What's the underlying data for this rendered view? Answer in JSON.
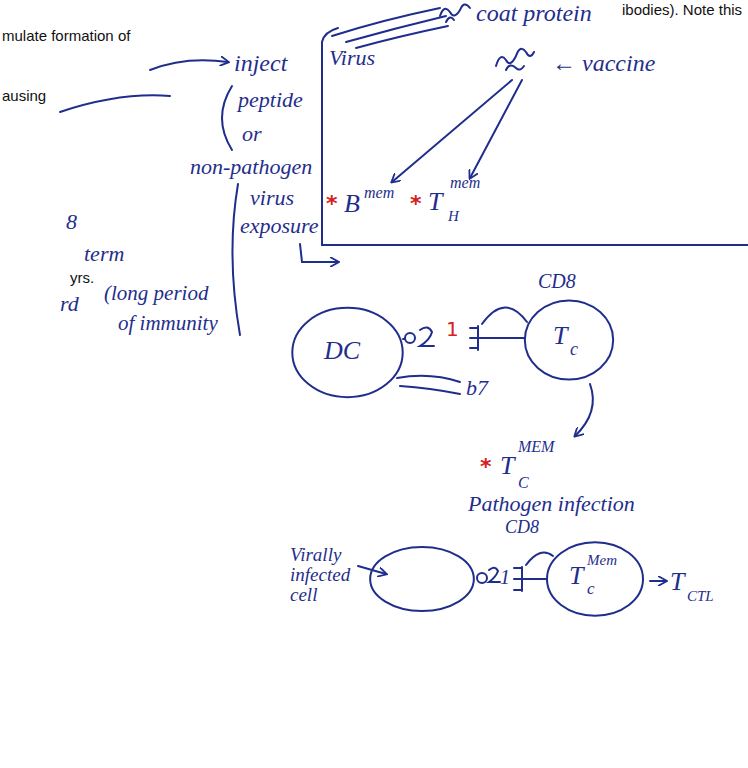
{
  "diagram": {
    "nodes": [
      {
        "text": [
          "DC"
        ]
      },
      {
        "text": [
          "T",
          "c"
        ]
      },
      {
        "text": [
          "Virally infected cell"
        ]
      },
      {
        "text": [
          "T",
          "c",
          "Mem"
        ]
      }
    ],
    "labels": [
      "ibodies). Note this",
      "mulate formation of",
      "ausing",
      "8",
      "term",
      "yrs.",
      "rd",
      "inject",
      "peptide",
      "or",
      "non-pathogen",
      "virus",
      "exposure",
      "(long period",
      "of immunity",
      "coat protein",
      "Virus",
      "← vaccine",
      "*",
      "B",
      "mem",
      "*",
      "T",
      "H",
      "mem",
      "CD8",
      "1",
      "b7",
      "*",
      "T",
      "C",
      "MEM",
      "Pathogen infection",
      "CD8",
      "1",
      "T",
      "CTL"
    ]
  }
}
